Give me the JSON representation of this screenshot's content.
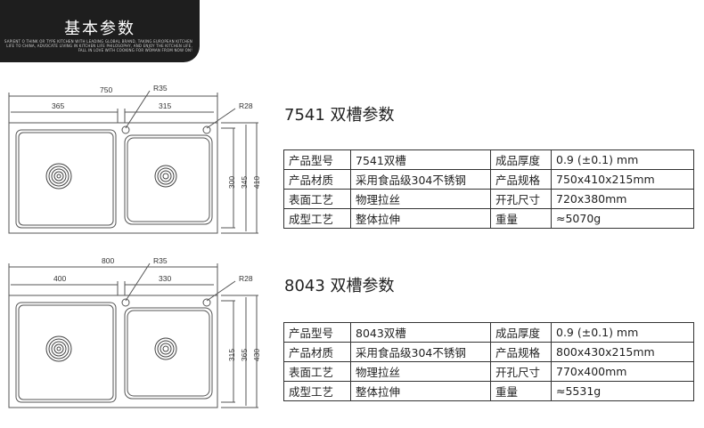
{
  "header": {
    "title": "基本参数",
    "subtitle": "SAPIENT O THINK OR TYPE KITCHEN WITH LEADING GLOBAL BRAND, TAKING EUROPEAN KITCHEN LIFE TO CHINA, ADVOCATE LIVING IN KITCHEN LIFE PHILOSOPHY, AND ENJOY THE KITCHEN LIFE, FALL IN LOVE WITH COOKING FOR WOMAN FROM NOW ON!"
  },
  "sinks": [
    {
      "diagram": {
        "overall_width": "750",
        "left_bowl": "365",
        "right_bowl": "315",
        "r_large": "R35",
        "r_small": "R28",
        "dim_inner": "300",
        "dim_mid": "345",
        "dim_outer": "410"
      },
      "title": "7541 双槽参数",
      "rows": [
        [
          "产品型号",
          "7541双槽",
          "成品厚度",
          "0.9 (±0.1) mm"
        ],
        [
          "产品材质",
          "采用食品级304不锈钢",
          "产品规格",
          "750x410x215mm"
        ],
        [
          "表面工艺",
          "物理拉丝",
          "开孔尺寸",
          "720x380mm"
        ],
        [
          "成型工艺",
          "整体拉伸",
          "重量",
          "≈5070g"
        ]
      ]
    },
    {
      "diagram": {
        "overall_width": "800",
        "left_bowl": "400",
        "right_bowl": "330",
        "r_large": "R35",
        "r_small": "R28",
        "dim_inner": "315",
        "dim_mid": "365",
        "dim_outer": "430"
      },
      "title": "8043 双槽参数",
      "rows": [
        [
          "产品型号",
          "8043双槽",
          "成品厚度",
          "0.9 (±0.1) mm"
        ],
        [
          "产品材质",
          "采用食品级304不锈钢",
          "产品规格",
          "800x430x215mm"
        ],
        [
          "表面工艺",
          "物理拉丝",
          "开孔尺寸",
          "770x400mm"
        ],
        [
          "成型工艺",
          "整体拉伸",
          "重量",
          "≈5531g"
        ]
      ]
    }
  ]
}
